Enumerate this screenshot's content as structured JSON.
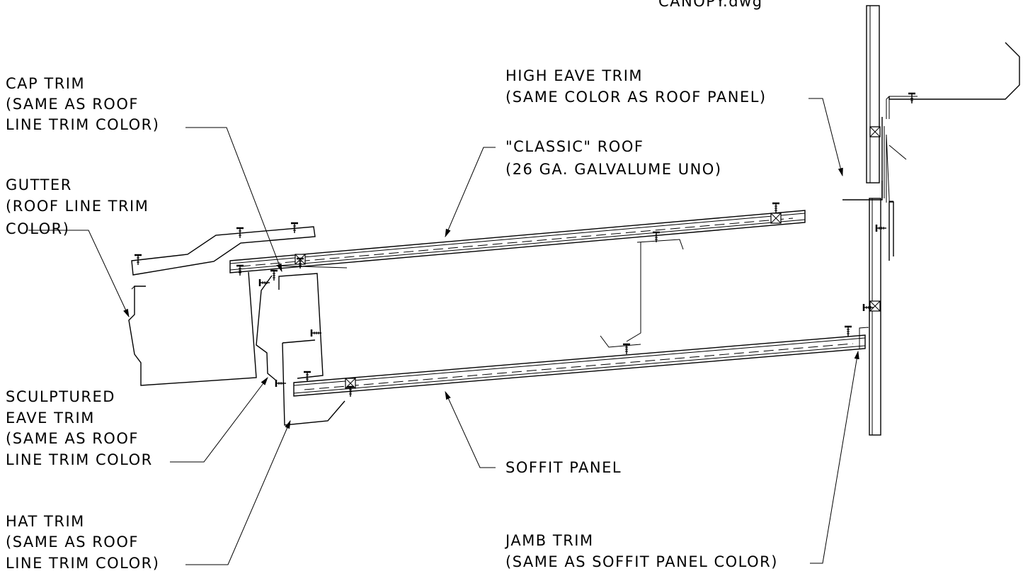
{
  "drawing": {
    "filename": "CANOPY.dwg"
  },
  "labels": {
    "cap_trim": [
      "CAP TRIM",
      "(SAME AS ROOF",
      "LINE TRIM COLOR)"
    ],
    "gutter": [
      "GUTTER",
      "(ROOF LINE TRIM",
      "COLOR)"
    ],
    "sculptured_eave_trim": [
      "SCULPTURED",
      "EAVE TRIM",
      "(SAME AS ROOF",
      "LINE TRIM COLOR"
    ],
    "hat_trim": [
      "HAT TRIM",
      "(SAME AS ROOF",
      "LINE TRIM COLOR)"
    ],
    "high_eave_trim": [
      "HIGH EAVE TRIM",
      "(SAME COLOR AS ROOF PANEL)"
    ],
    "classic_roof": [
      "\"CLASSIC\" ROOF",
      "(26 GA. GALVALUME UNO)"
    ],
    "soffit_panel": [
      "SOFFIT PANEL"
    ],
    "jamb_trim": [
      "JAMB TRIM",
      "(SAME AS SOFFIT PANEL COLOR)"
    ]
  }
}
